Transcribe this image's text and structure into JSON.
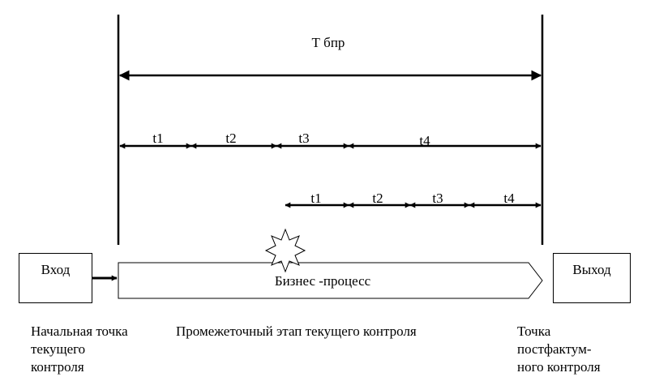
{
  "diagram": {
    "total_label": "Т бпр",
    "row1": [
      "t1",
      "t2",
      "t3",
      "t4"
    ],
    "row2": [
      "t1",
      "t2",
      "t3",
      "t4"
    ],
    "input_label": "Вход",
    "output_label": "Выход",
    "process_label": "Бизнес -процесс",
    "caption_start": "Начальная точка\nтекущего\nконтроля",
    "caption_middle": "Промежеточный этап текущего контроля",
    "caption_end": "Точка\nпостфактум-\nного контроля"
  }
}
